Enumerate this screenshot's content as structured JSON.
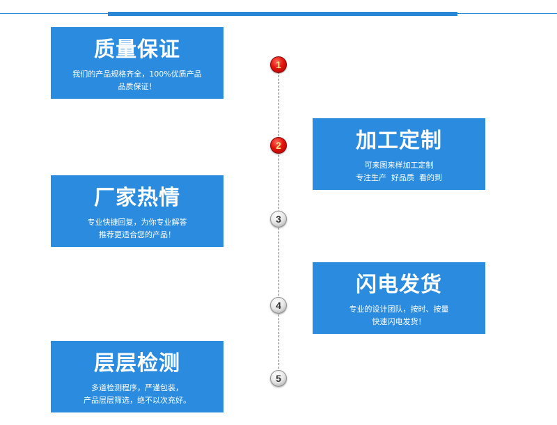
{
  "cards": [
    {
      "title": "质量保证",
      "desc1": "我们的产品规格齐全，100%优质产品",
      "desc2": "品质保证！"
    },
    {
      "title": "加工定制",
      "desc1": "可来图来样加工定制",
      "desc2": "专注生产  好品质  看的到"
    },
    {
      "title": "厂家热情",
      "desc1": "专业快捷回复，为你专业解答",
      "desc2": "推荐更适合您的产品！"
    },
    {
      "title": "闪电发货",
      "desc1": "专业的设计团队，按时、按量",
      "desc2": "快速闪电发货！"
    },
    {
      "title": "层层检测",
      "desc1": "多道检测程序，严谨包装，",
      "desc2": "产品层层筛选，绝不以次充好。"
    }
  ],
  "steps": [
    "1",
    "2",
    "3",
    "4",
    "5"
  ],
  "colors": {
    "card_background": "#2a8bdf",
    "accent_line": "#2a87d8",
    "active_dot": "#e2140c",
    "inactive_dot": "#e6e6e6"
  }
}
